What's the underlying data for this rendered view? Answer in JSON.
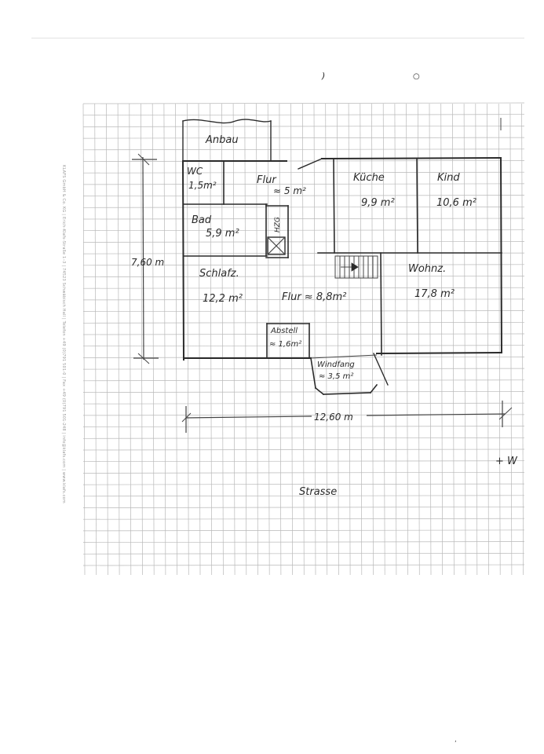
{
  "rooms": {
    "anbau": "Anbau",
    "wc": "WC",
    "wc_area": "1,5m²",
    "flur_top": "Flur",
    "flur_top_area": "≈ 5 m²",
    "kueche": "Küche",
    "kueche_area": "9,9 m²",
    "kind": "Kind",
    "kind_area": "10,6 m²",
    "bad": "Bad",
    "bad_area": "5,9 m²",
    "hzg": "HZG",
    "schlafz": "Schlafz.",
    "schlafz_area": "12,2 m²",
    "flur_main": "Flur ≈ 8,8m²",
    "wohnz": "Wohnz.",
    "wohnz_area": "17,8 m²",
    "abstell": "Abstell",
    "abstell_area": "≈ 1,6m²",
    "windfang": "Windfang",
    "windfang_area": "≈ 3,5 m²"
  },
  "dimensions": {
    "height": "7,60 m",
    "width": "12,60 m"
  },
  "street": "Strasse",
  "edge_mark": "+ W",
  "margin_print": "KLAFS GmbH & Co. KG | Erich-Klafs-Straße 1–3 | 74523 Schwäbisch Hall | Telefon +49 (0)791 501-0 | Fax +49 (0)791 501-248 | info@klafs.com | www.klafs.com",
  "colors": {
    "grid": "#b9b9b9",
    "ink": "#2b2b2b"
  }
}
